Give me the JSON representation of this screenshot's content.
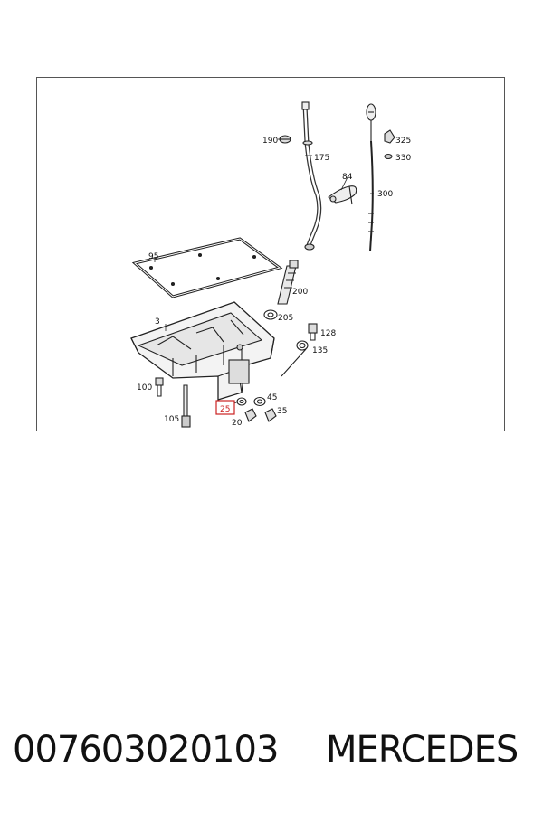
{
  "diagram": {
    "callouts": {
      "c190": "190",
      "c175": "175",
      "c325": "325",
      "c330": "330",
      "c84": "84",
      "c300": "300",
      "c95": "95",
      "c200": "200",
      "c3": "3",
      "c205": "205",
      "c128": "128",
      "c135": "135",
      "c100": "100",
      "c45": "45",
      "c25": "25",
      "c35": "35",
      "c105": "105",
      "c20": "20"
    },
    "highlighted_callout": "25",
    "highlight_color": "#cc2222"
  },
  "footer": {
    "part_number": "007603020103",
    "brand": "MERCEDES"
  }
}
